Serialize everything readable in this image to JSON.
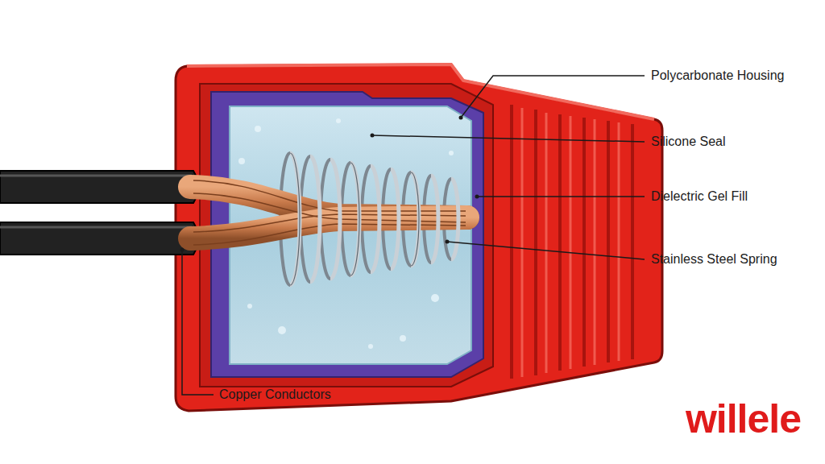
{
  "diagram": {
    "labels": [
      "Polycarbonate Housing",
      "Silicone Seal",
      "Dielectric Gel Fill",
      "Stainless Steel Spring",
      "Copper Conductors",
      "willele"
    ]
  }
}
